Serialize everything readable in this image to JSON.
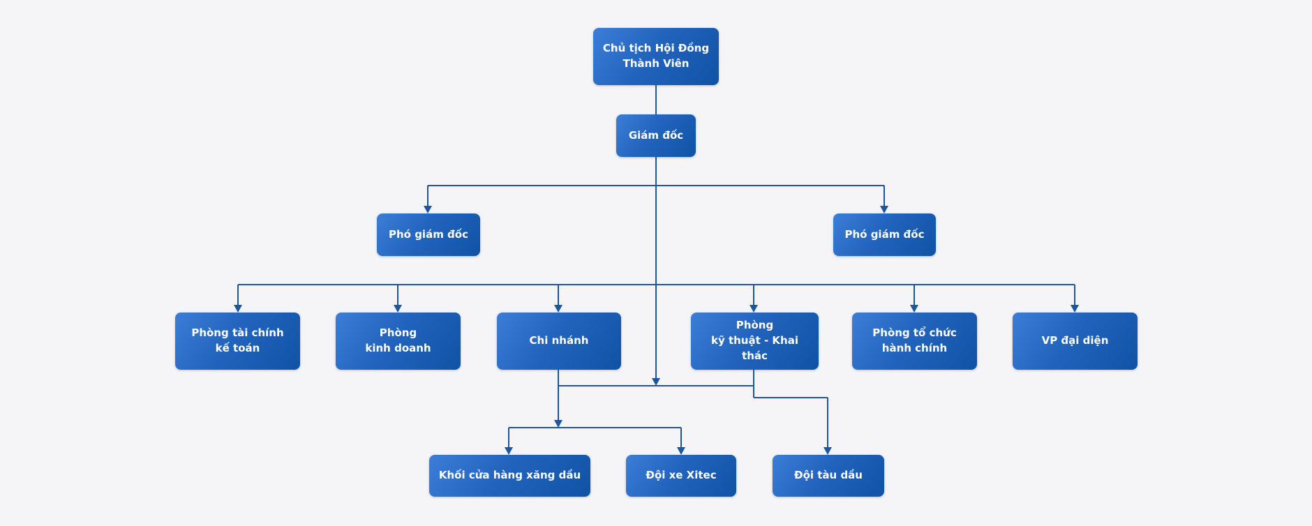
{
  "diagram": {
    "type": "org-chart",
    "background_color": "#f5f5f7",
    "node_gradient_start": "#3b7ed7",
    "node_gradient_end": "#0f53a6",
    "node_text_color": "#ffffff",
    "connector_color": "#1d55a0",
    "nodes": {
      "chairman": {
        "label": "Chủ tịch Hội Đồng\nThành Viên"
      },
      "director": {
        "label": "Giám đốc"
      },
      "deputy_director_left": {
        "label": "Phó giám đốc"
      },
      "deputy_director_right": {
        "label": "Phó giám đốc"
      },
      "finance_accounting": {
        "label": "Phòng tài chính\nkế toán"
      },
      "business": {
        "label": "Phòng\nkinh doanh"
      },
      "branch": {
        "label": "Chi nhánh"
      },
      "technical_exploitation": {
        "label": "Phòng\nkỹ thuật - Khai thác"
      },
      "organization_admin": {
        "label": "Phòng tổ chức\nhành chính"
      },
      "representative_office": {
        "label": "VP đại diện"
      },
      "petrol_station_group": {
        "label": "Khối cửa hàng xăng dầu"
      },
      "xitec_truck_team": {
        "label": "Đội xe Xitec"
      },
      "oil_tanker_team": {
        "label": "Đội tàu dầu"
      }
    }
  }
}
